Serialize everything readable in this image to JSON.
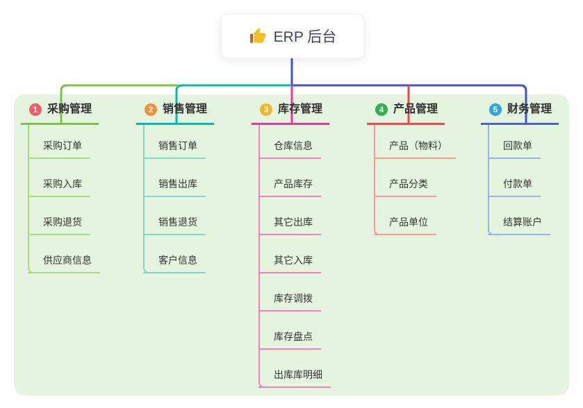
{
  "root": {
    "icon": "thumbs-up-icon",
    "label": "ERP 后台"
  },
  "colors": {
    "canvas_bg": "#ffffff",
    "panel_bg": "#e5f4df",
    "trunk": "#4353c6",
    "root_text": "#3d4757",
    "node_text": "#333333",
    "thumb_hand": "#f5c027",
    "thumb_sleeve": "#9c6430"
  },
  "branches": [
    {
      "number": "1",
      "label": "采购管理",
      "badge_color": "#f45b6c",
      "color": "#7cc24a",
      "light_color": "#abd884",
      "children": [
        "采购订单",
        "采购入库",
        "采购退货",
        "供应商信息"
      ]
    },
    {
      "number": "2",
      "label": "销售管理",
      "badge_color": "#f98e3d",
      "color": "#00bcb0",
      "light_color": "#82d8ce",
      "children": [
        "销售订单",
        "销售出库",
        "销售退货",
        "客户信息"
      ]
    },
    {
      "number": "3",
      "label": "库存管理",
      "badge_color": "#f6b42c",
      "color": "#e23a9c",
      "light_color": "#ef7fbd",
      "children": [
        "仓库信息",
        "产品库存",
        "其它出库",
        "其它入库",
        "库存调拨",
        "库存盘点",
        "出库库明细"
      ]
    },
    {
      "number": "4",
      "label": "产品管理",
      "badge_color": "#2fb24c",
      "color": "#f7434b",
      "light_color": "#f69a9e",
      "children": [
        "产品（物料）",
        "产品分类",
        "产品单位"
      ]
    },
    {
      "number": "5",
      "label": "财务管理",
      "badge_color": "#2ea7dc",
      "color": "#4a63c8",
      "light_color": "#9fb0e6",
      "children": [
        "回款单",
        "付款单",
        "结算账户"
      ]
    }
  ]
}
